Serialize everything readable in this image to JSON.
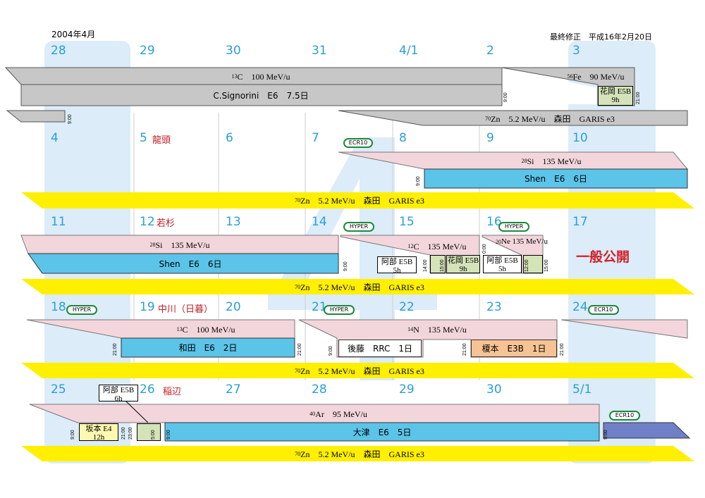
{
  "header": {
    "month": "2004年4月",
    "revision": "最終修正　平成16年2月20日"
  },
  "weeks": [
    {
      "days": [
        "28",
        "29",
        "30",
        "31",
        "4/1",
        "2",
        "3"
      ]
    },
    {
      "days": [
        "4",
        "5",
        "6",
        "7",
        "8",
        "9",
        "10"
      ]
    },
    {
      "days": [
        "11",
        "12",
        "13",
        "14",
        "15",
        "16",
        "17"
      ]
    },
    {
      "days": [
        "18",
        "19",
        "20",
        "21",
        "22",
        "23",
        "24"
      ]
    },
    {
      "days": [
        "25",
        "26",
        "27",
        "28",
        "29",
        "30",
        "5/1"
      ]
    }
  ],
  "holidays": {
    "w2": "龍頭",
    "w3": "若杉",
    "w4": "中川（日暮）",
    "w5": "稲辺"
  },
  "badges": {
    "ecr10": "ECR10",
    "hyper": "HYPER"
  },
  "week1": {
    "beam_c13_mass": "13",
    "beam_c13": "C　100 MeV/u",
    "c13_experiment": "C.Signorini　E6　7.5日",
    "beam_fe_mass": "56",
    "beam_fe": "Fe　90 MeV/u",
    "fe_exp_line1": "花岡 E5B",
    "fe_exp_line2": "9h",
    "zn_mass": "70",
    "zn": "Zn　5.2 MeV/u　森田　GARIS e3",
    "t_900a": "9:00",
    "t_900b": "9:00",
    "t_2100": "21:00"
  },
  "week2": {
    "si_mass": "28",
    "si": "Si　135 MeV/u",
    "si_exp": "Shen　E6　6日",
    "zn_mass": "70",
    "zn": "Zn　5.2 MeV/u　森田　GARIS e3",
    "t_900": "9:00"
  },
  "week3": {
    "si_mass": "28",
    "si": "Si　135 MeV/u",
    "si_exp": "Shen　E6　6日",
    "c12_mass": "12",
    "c12": "C　135 MeV/u",
    "ne_mass": "20",
    "ne": "Ne 135 MeV/u",
    "abe1_line1": "阿部 E5B",
    "abe1_line2": "5h",
    "hanaoka_line1": "花岡 E5B",
    "hanaoka_line2": "9h",
    "abe2_line1": "阿部 E5B",
    "abe2_line2": "5h",
    "zn_mass": "70",
    "zn": "Zn　5.2 MeV/u　森田　GARIS e3",
    "open_day": "一般公開",
    "t_900": "9:00",
    "t_1400": "14:00",
    "t_1500a": "15:00",
    "t_000": "0:00",
    "t_1200": "12:00",
    "t_1500b": "15:00"
  },
  "week4": {
    "c13_mass": "13",
    "c13": "C　100 MeV/u",
    "wada": "和田　E6　2日",
    "n14_mass": "14",
    "n14": "N　135 MeV/u",
    "goto": "後藤　RRC　1日",
    "enomoto": "榎本　E3B　1日",
    "zn_mass": "70",
    "zn": "Zn　5.2 MeV/u　森田　GARIS e3",
    "t_2100a": "21:00",
    "t_2100b": "21:00",
    "t_900": "9:00",
    "t_2100c": "21:00",
    "t_2100d": "21:00"
  },
  "week5": {
    "ar_mass": "40",
    "ar": "Ar　95 MeV/u",
    "ohtsu": "大津　E6　5日",
    "sakamoto_line1": "坂本 E4",
    "sakamoto_line2": "12h",
    "abe_line1": "阿部 E5B",
    "abe_line2": "6h",
    "zn_mass": "70",
    "zn": "Zn　5.2 MeV/u　森田　GARIS e3",
    "t_900a": "9:00",
    "t_2100": "21:00",
    "t_2300": "23:00",
    "t_500": "5:00",
    "t_900b": "9:00",
    "t_900c": "9:00"
  },
  "colors": {
    "day_number": "#2b9fd4",
    "holiday": "#c0202a",
    "gray_beam": "#c7c7c7",
    "pink_beam": "#f3d6db",
    "blue_exp": "#5bc4e8",
    "yellow_zn": "#ffef00",
    "green_exp": "#d4e3b8",
    "orange_exp": "#f8c394",
    "ecr_blue": "#6f80c8",
    "badge_border": "#1a8a3a"
  }
}
